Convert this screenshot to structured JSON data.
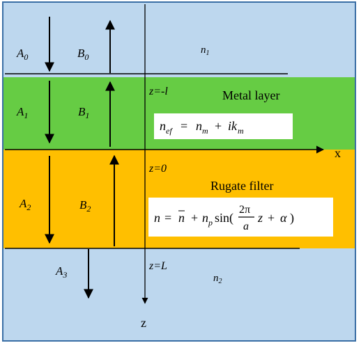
{
  "regions": {
    "top": {
      "medium_label_base": "n",
      "medium_label_sub": "1",
      "color": "#bdd7ee"
    },
    "metal": {
      "title": "Metal layer",
      "color": "#66cc44"
    },
    "rugate": {
      "title": "Rugate filter",
      "color": "#ffbf00"
    },
    "bottom": {
      "medium_label_base": "n",
      "medium_label_sub": "2",
      "color": "#bdd7ee"
    }
  },
  "amplitudes": [
    {
      "base": "A",
      "sub": "0",
      "direction": "down"
    },
    {
      "base": "B",
      "sub": "0",
      "direction": "up"
    },
    {
      "base": "A",
      "sub": "1",
      "direction": "down"
    },
    {
      "base": "B",
      "sub": "1",
      "direction": "up"
    },
    {
      "base": "A",
      "sub": "2",
      "direction": "down"
    },
    {
      "base": "B",
      "sub": "2",
      "direction": "up"
    },
    {
      "base": "A",
      "sub": "3",
      "direction": "down"
    }
  ],
  "interfaces": {
    "top_metal": "z=-l",
    "metal_rugate": "z=0",
    "rugate_bottom": "z=L"
  },
  "axes": {
    "x": "x",
    "z": "z"
  },
  "equations": {
    "metal": "n_ef = n_m + i k_m",
    "rugate": "n = n̄ + n_p sin(2π/a z + α)"
  },
  "colors": {
    "frame": "#3a6ea5",
    "line": "#000000"
  }
}
